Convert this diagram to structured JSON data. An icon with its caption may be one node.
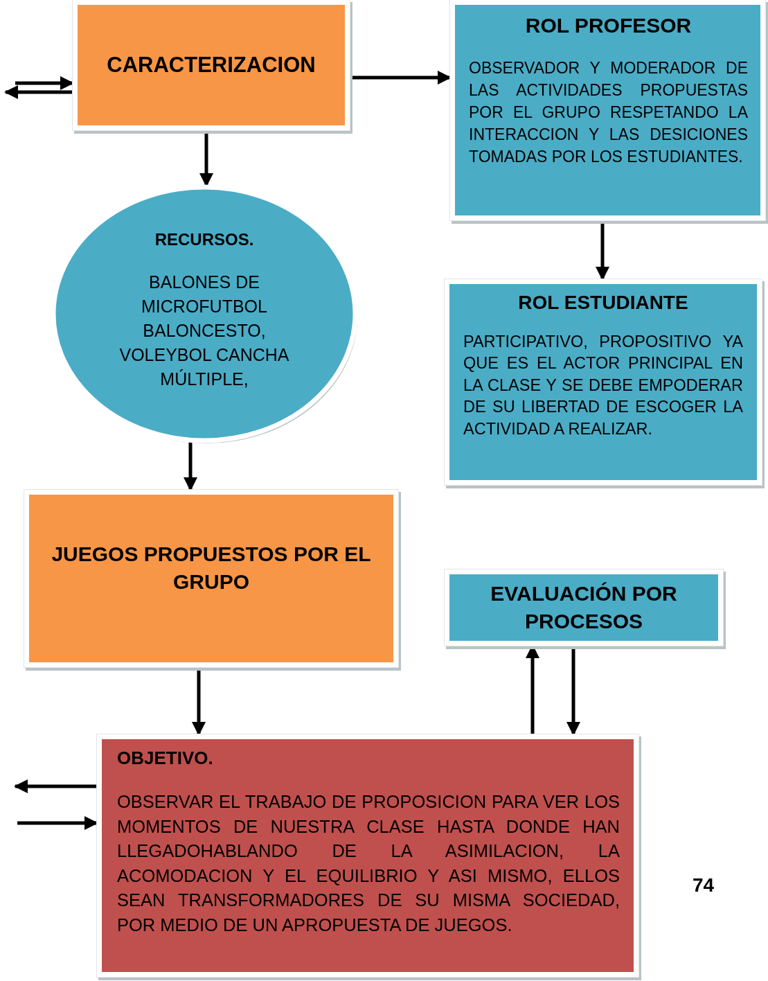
{
  "diagram": {
    "nodes": [
      {
        "text": [
          "CARACTERIZACION"
        ]
      },
      {
        "text": [
          "ROL PROFESOR",
          "OBSERVADOR Y MODERADOR DE LAS ACTIVIDADES PROPUESTAS POR EL GRUPO RESPETANDO LA INTERACCION Y LAS DESICIONES TOMADAS POR LOS ESTUDIANTES."
        ]
      },
      {
        "text": [
          "RECURSOS.",
          "BALONES DE MICROFUTBOL BALONCESTO, VOLEYBOL CANCHA MÚLTIPLE,"
        ]
      },
      {
        "text": [
          "ROL ESTUDIANTE",
          "PARTICIPATIVO, PROPOSITIVO YA QUE ES EL ACTOR PRINCIPAL EN LA CLASE Y SE DEBE EMPODERAR DE SU LIBERTAD DE ESCOGER LA ACTIVIDAD A REALIZAR."
        ]
      },
      {
        "text": [
          "JUEGOS PROPUESTOS POR EL GRUPO"
        ]
      },
      {
        "text": [
          "EVALUACIÓN POR PROCESOS"
        ]
      },
      {
        "text": [
          "OBJETIVO.",
          "OBSERVAR EL TRABAJO DE PROPOSICION PARA VER LOS MOMENTOS DE NUESTRA CLASE HASTA DONDE HAN LLEGADOHABLANDO DE LA ASIMILACION, LA ACOMODACION Y EL EQUILIBRIO Y ASI MISMO, ELLOS SEAN TRANSFORMADORES DE SU MISMA SOCIEDAD, POR MEDIO DE UN APROPUESTA DE JUEGOS."
        ]
      }
    ],
    "edges": [
      {
        "from": 0,
        "to": 1,
        "arrow": "to"
      },
      {
        "from": 0,
        "to": 2,
        "arrow": "to"
      },
      {
        "from": 1,
        "to": 3,
        "arrow": "to"
      },
      {
        "from": 2,
        "to": 4,
        "arrow": "to"
      },
      {
        "from": 4,
        "to": 6,
        "arrow": "to"
      },
      {
        "from": 6,
        "to": 5,
        "arrow": "to"
      },
      {
        "from": 5,
        "to": 6,
        "arrow": "to"
      },
      {
        "from": null,
        "to": 0,
        "arrow": "to"
      },
      {
        "from": 0,
        "to": null,
        "arrow": "to"
      },
      {
        "from": 6,
        "to": null,
        "arrow": "to"
      },
      {
        "from": null,
        "to": 6,
        "arrow": "to"
      }
    ],
    "labels": [
      "74"
    ]
  }
}
